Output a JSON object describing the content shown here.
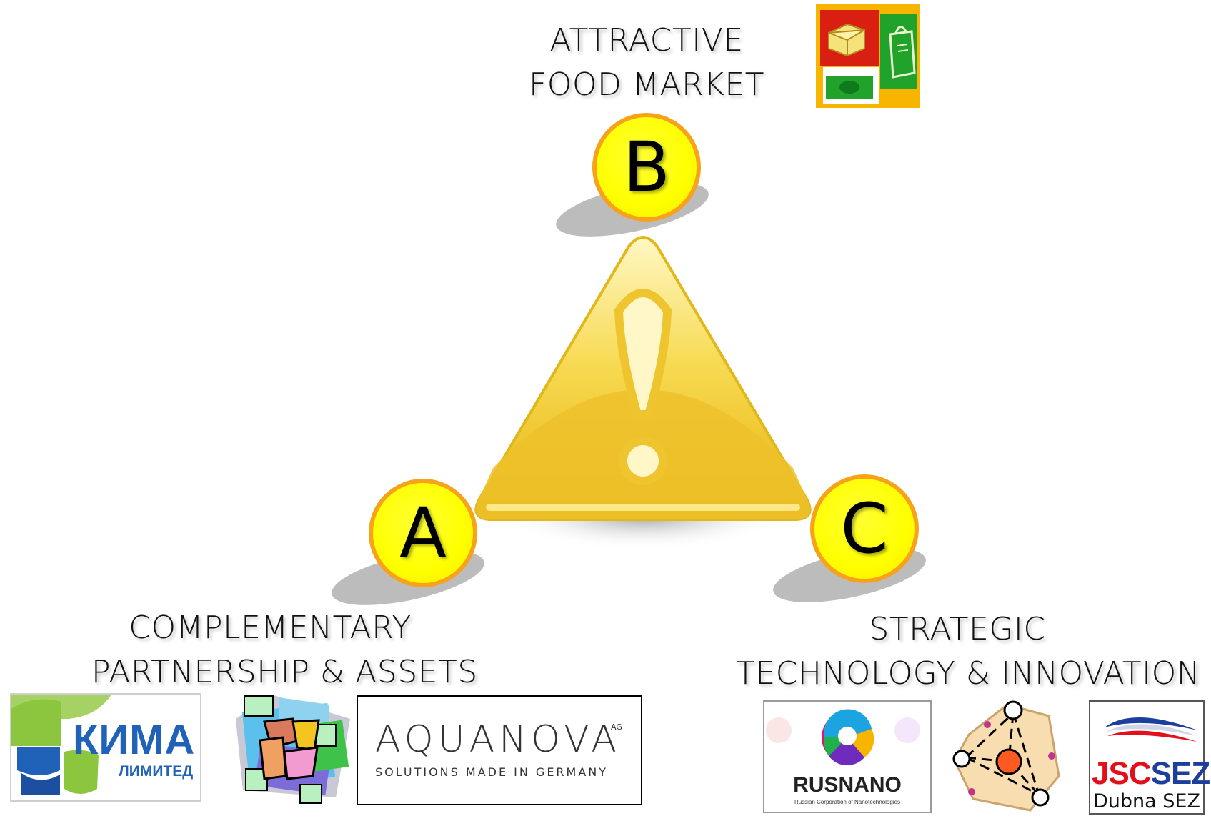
{
  "nodes": {
    "a": {
      "letter": "A",
      "title_line1": "COMPLEMENTARY",
      "title_line2": "PARTNERSHIP & ASSETS"
    },
    "b": {
      "letter": "B",
      "title_line1": "ATTRACTIVE",
      "title_line2": "FOOD MARKET"
    },
    "c": {
      "letter": "C",
      "title_line1": "STRATEGIC",
      "title_line2": "TECHNOLOGY & INNOVATION"
    }
  },
  "logos": {
    "kima": {
      "line1": "КИМА",
      "line2": "ЛИМИТЕД"
    },
    "aquanova": {
      "name": "AQUANOVA",
      "suffix": "AG",
      "tagline": "SOLUTIONS MADE IN GERMANY"
    },
    "rusnano": {
      "name": "RUSNANO",
      "tagline": "Russian Corporation of Nanotechnologies"
    },
    "jscsez": {
      "name_red": "JSC",
      "name_blue": "SEZ",
      "subtitle": "Dubna SEZ"
    }
  },
  "icons": [
    "warning-triangle-icon",
    "food-market-icon",
    "handshake-icon",
    "molecule-icon"
  ],
  "colors": {
    "node_fill": "#ffff00",
    "node_border": "#f7a21a",
    "triangle": "#f2c81c",
    "kima_blue": "#1f62b8",
    "kima_green": "#8cc63f",
    "jsc_red": "#e3101b",
    "sez_blue": "#1c3f9e"
  }
}
